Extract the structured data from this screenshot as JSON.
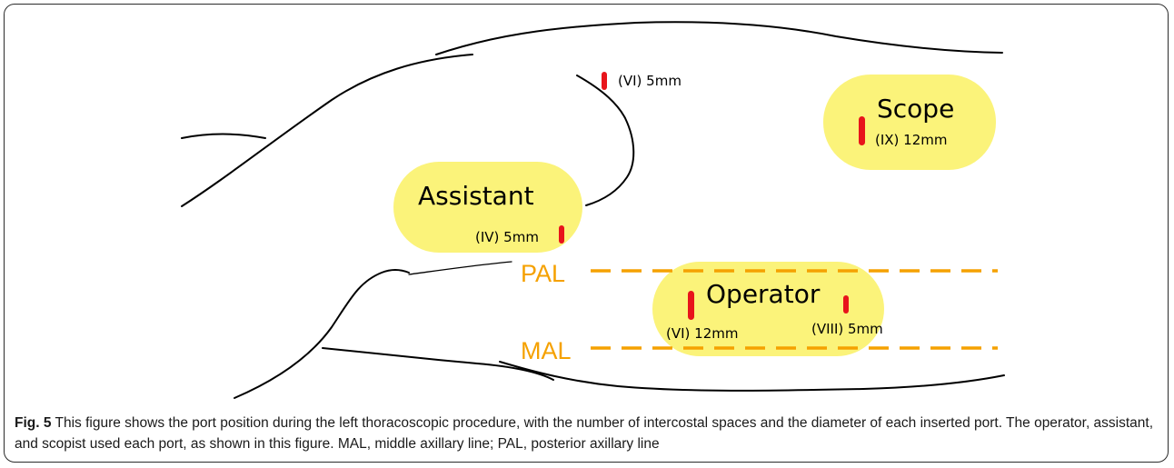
{
  "figure": {
    "roles": {
      "assistant": "Assistant",
      "scope": "Scope",
      "operator": "Operator"
    },
    "ports": {
      "assistant_port": "(IV) 5mm",
      "top_port": "(VI) 5mm",
      "scope_port": "(IX) 12mm",
      "operator_left_port": "(VI) 12mm",
      "operator_right_port": "(VIII) 5mm"
    },
    "reference_lines": {
      "pal": "PAL",
      "mal": "MAL"
    },
    "caption": {
      "label": "Fig. 5",
      "text": " This figure shows the port position during the left thoracoscopic procedure, with the number of intercostal spaces and the diameter of each inserted port. The operator, assistant, and scopist used each port, as shown in this figure. MAL, middle axillary line; PAL, posterior axillary line"
    }
  },
  "colors": {
    "highlight": "#fbf37a",
    "port": "#e8141b",
    "reference_line": "#f5a100",
    "outline": "#000000"
  }
}
